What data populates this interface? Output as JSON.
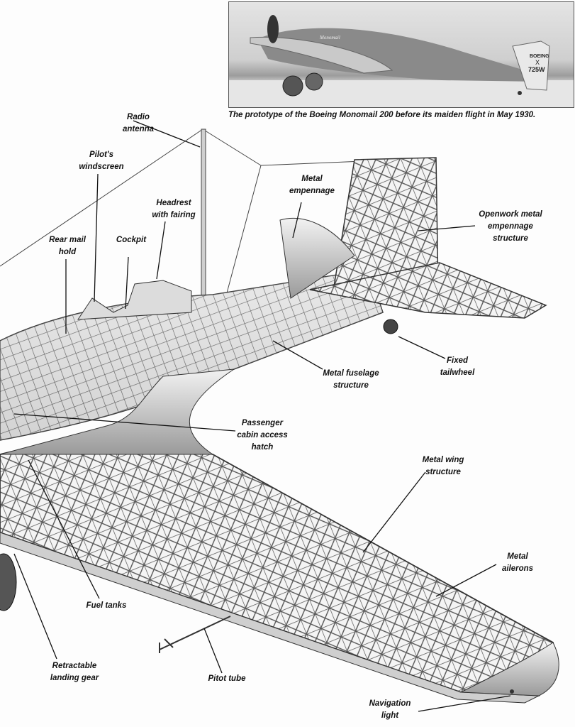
{
  "photo": {
    "caption": "The prototype of the Boeing Monomail 200 before its maiden flight in May 1930.",
    "fuselage_lettering": "Monomail",
    "tail_marking": [
      "BOEING",
      "X",
      "725W"
    ]
  },
  "labels": {
    "radio_antenna": "Radio\nantenna",
    "pilots_windscreen": "Pilot's\nwindscreen",
    "headrest": "Headrest\nwith fairing",
    "rear_mail_hold": "Rear mail\nhold",
    "cockpit": "Cockpit",
    "metal_empennage": "Metal\nempennage",
    "openwork": "Openwork metal\nempennage\nstructure",
    "fixed_tailwheel": "Fixed\ntailwheel",
    "metal_fuselage": "Metal fuselage\nstructure",
    "passenger_hatch": "Passenger\ncabin access\nhatch",
    "metal_wing": "Metal wing\nstructure",
    "metal_ailerons": "Metal\nailerons",
    "fuel_tanks": "Fuel tanks",
    "landing_gear": "Retractable\nlanding gear",
    "pitot_tube": "Pitot tube",
    "navigation_light": "Navigation\nlight"
  }
}
